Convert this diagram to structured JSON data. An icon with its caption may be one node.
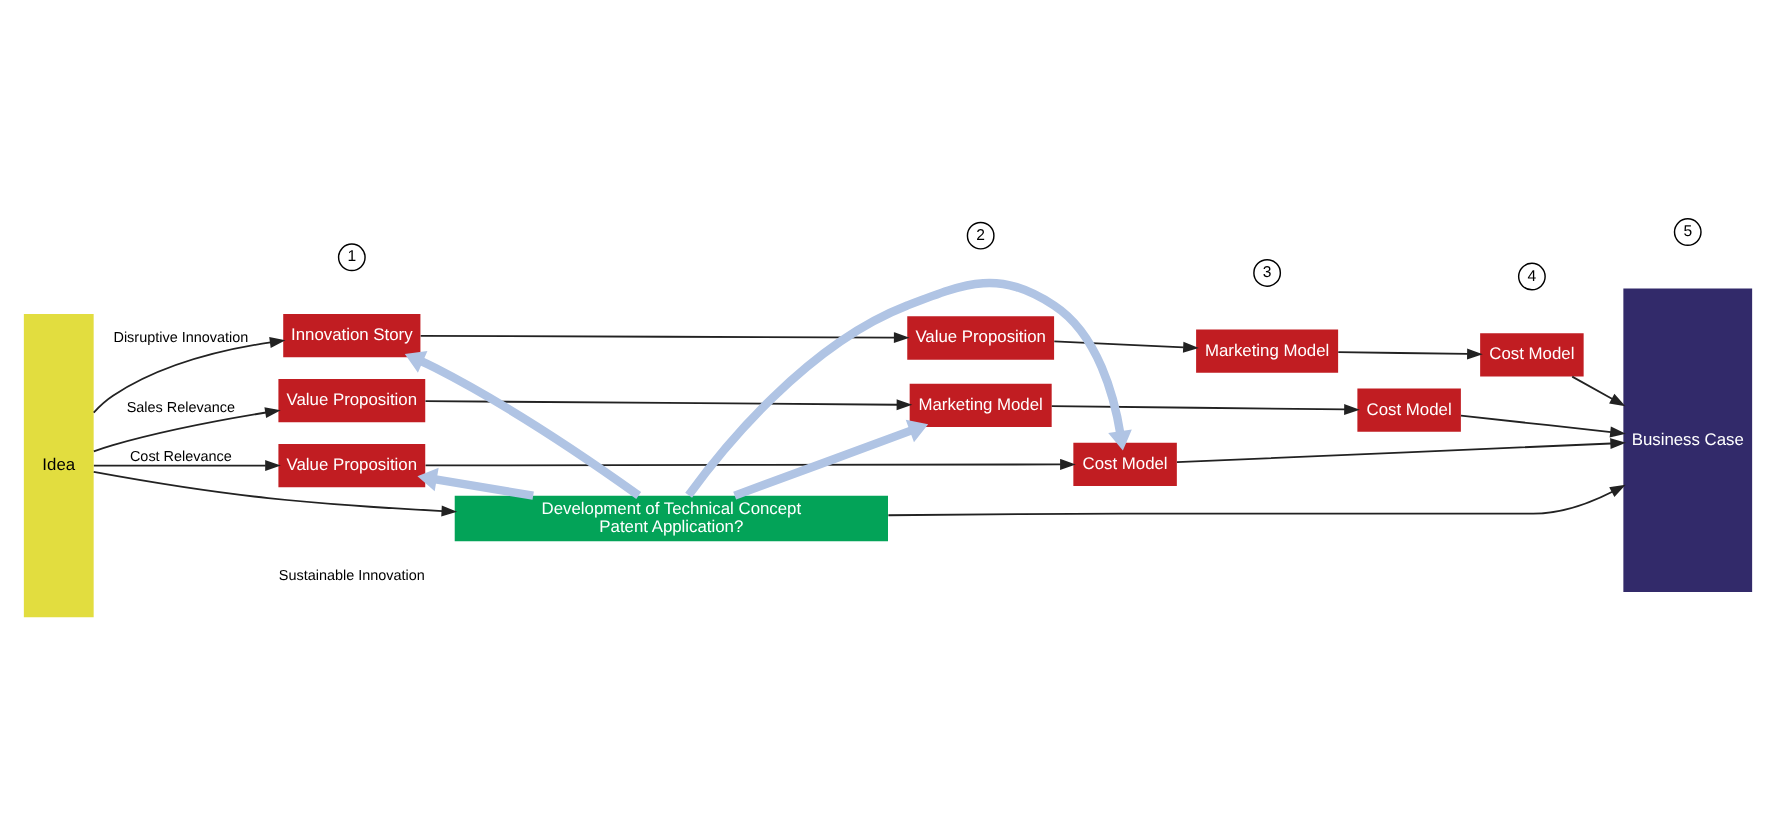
{
  "diagram": {
    "nodes": [
      {
        "text": [
          "Idea"
        ]
      },
      {
        "text": [
          "Innovation Story"
        ]
      },
      {
        "text": [
          "Value Proposition"
        ]
      },
      {
        "text": [
          "Marketing Model"
        ]
      },
      {
        "text": [
          "Cost Model"
        ]
      },
      {
        "text": [
          "Value Proposition"
        ]
      },
      {
        "text": [
          "Marketing Model"
        ]
      },
      {
        "text": [
          "Cost Model"
        ]
      },
      {
        "text": [
          "Value Proposition"
        ]
      },
      {
        "text": [
          "Cost Model"
        ]
      },
      {
        "text": [
          "Business Case"
        ]
      },
      {
        "text": [
          "Development of Technical Concept",
          "Patent Application?"
        ]
      }
    ],
    "edges": [
      {
        "from": 0,
        "to": 1,
        "arrow": "to",
        "label": "Disruptive Innovation"
      },
      {
        "from": 0,
        "to": 5,
        "arrow": "to",
        "label": "Sales Relevance"
      },
      {
        "from": 0,
        "to": 8,
        "arrow": "to",
        "label": "Cost Relevance"
      },
      {
        "from": 1,
        "to": 2,
        "arrow": "to"
      },
      {
        "from": 2,
        "to": 3,
        "arrow": "to"
      },
      {
        "from": 3,
        "to": 4,
        "arrow": "to"
      },
      {
        "from": 4,
        "to": 10,
        "arrow": "to"
      },
      {
        "from": 5,
        "to": 6,
        "arrow": "to"
      },
      {
        "from": 6,
        "to": 7,
        "arrow": "to"
      },
      {
        "from": 7,
        "to": 10,
        "arrow": "to"
      },
      {
        "from": 8,
        "to": 9,
        "arrow": "to"
      },
      {
        "from": 9,
        "to": 10,
        "arrow": "to"
      },
      {
        "from": 0,
        "to": 11,
        "arrow": "to"
      },
      {
        "from": 11,
        "to": 10,
        "arrow": "to"
      },
      {
        "from": 11,
        "to": 1,
        "arrow": "to",
        "style": "thick",
        "color": "#b0c4e4"
      },
      {
        "from": 11,
        "to": 8,
        "arrow": "to",
        "style": "thick",
        "color": "#b0c4e4"
      },
      {
        "from": 11,
        "to": 6,
        "arrow": "to",
        "style": "thick",
        "color": "#b0c4e4"
      },
      {
        "from": 11,
        "to": 9,
        "arrow": "to",
        "style": "thick",
        "color": "#b0c4e4"
      }
    ],
    "labels": [
      "1",
      "2",
      "3",
      "4",
      "5",
      "Sustainable Innovation"
    ]
  }
}
